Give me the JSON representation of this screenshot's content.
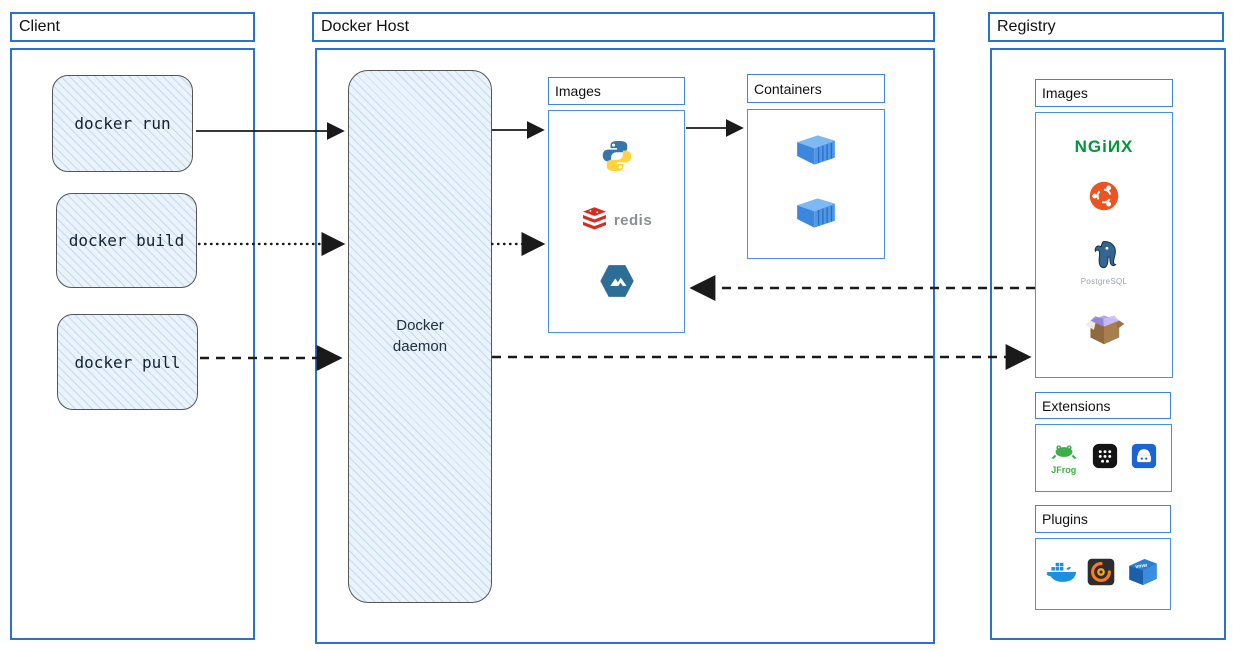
{
  "client": {
    "title": "Client",
    "commands": [
      {
        "label": "docker run",
        "arrow_style": "solid"
      },
      {
        "label": "docker build",
        "arrow_style": "dotted"
      },
      {
        "label": "docker pull",
        "arrow_style": "dashed"
      }
    ]
  },
  "docker_host": {
    "title": "Docker Host",
    "daemon_label": "Docker daemon",
    "images": {
      "title": "Images",
      "redis_label": "redis",
      "icons": [
        "python-icon",
        "redis-icon",
        "alpine-icon"
      ]
    },
    "containers": {
      "title": "Containers",
      "icons": [
        "container-icon",
        "container-icon"
      ]
    }
  },
  "registry": {
    "title": "Registry",
    "images": {
      "title": "Images",
      "nginx_label": "NGiИX",
      "postgresql_label": "PostgreSQL",
      "icons": [
        "nginx-icon",
        "ubuntu-icon",
        "postgresql-icon",
        "package-box-icon"
      ]
    },
    "extensions": {
      "title": "Extensions",
      "jfrog_label": "JFrog",
      "icons": [
        "jfrog-icon",
        "app-grid-icon",
        "server-app-icon"
      ]
    },
    "plugins": {
      "title": "Plugins",
      "vmware_label": "vmw",
      "icons": [
        "docker-whale-icon",
        "grafana-icon",
        "vmware-icon"
      ]
    }
  },
  "flows": [
    {
      "from": "docker-run",
      "to": "docker-daemon",
      "style": "solid"
    },
    {
      "from": "docker-build",
      "to": "docker-daemon",
      "style": "dotted"
    },
    {
      "from": "docker-pull",
      "to": "docker-daemon",
      "style": "dashed"
    },
    {
      "from": "docker-daemon",
      "to": "host-images",
      "style": "solid"
    },
    {
      "from": "docker-daemon",
      "to": "host-images",
      "style": "dotted"
    },
    {
      "from": "host-images",
      "to": "containers",
      "style": "solid"
    },
    {
      "from": "registry-images",
      "to": "host-images",
      "style": "dashed"
    },
    {
      "from": "docker-daemon",
      "to": "registry-images",
      "style": "dashed"
    }
  ],
  "colors": {
    "outer_border": "#2a72cd",
    "inner_border": "#4a90e2",
    "sketch_fill": "#eaf3fb",
    "arrow": "#1a1a1a",
    "nginx_green": "#009639",
    "ubuntu_orange": "#e95420",
    "redis_red": "#d82c20",
    "alpine_teal": "#2d6e96",
    "docker_blue": "#1d8fe1"
  }
}
